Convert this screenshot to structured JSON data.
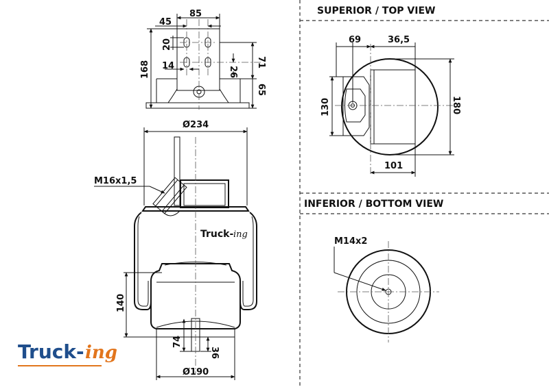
{
  "views": {
    "top_title": "SUPERIOR / TOP VIEW",
    "bottom_title": "INFERIOR / BOTTOM VIEW"
  },
  "dims": {
    "d45": "45",
    "d85": "85",
    "d20": "20",
    "d14": "14",
    "d168": "168",
    "d26": "26",
    "d71": "71",
    "d65": "65",
    "dia234": "Ø234",
    "thread_top": "M16x1,5",
    "d140": "140",
    "d74": "74",
    "d36": "36",
    "dia190": "Ø190",
    "d69": "69",
    "d365": "36,5",
    "d130": "130",
    "d180": "180",
    "d101": "101",
    "thread_bottom": "M14x2"
  },
  "logo": {
    "part1": "Truck-",
    "part2": "ing"
  },
  "colors": {
    "logo_blue": "#1f4e8c",
    "logo_orange": "#e2751c"
  }
}
